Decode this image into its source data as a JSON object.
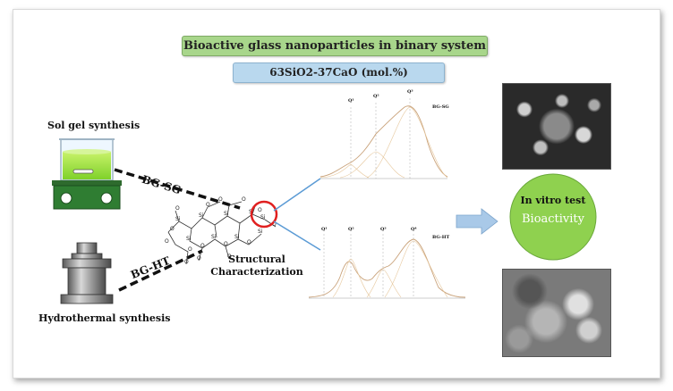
{
  "title": "Bioactive glass nanoparticles in binary system",
  "composition": "63SiO2-37CaO (mol.%)",
  "sol_gel_label": "Sol gel synthesis",
  "hydrothermal_label": "Hydrothermal synthesis",
  "route_sg": "BG-SG",
  "route_ht": "BG-HT",
  "structural_line1": "Structural",
  "structural_line2": "Characterization",
  "in_vitro": "In vitro  test",
  "bioactivity": "Bioactivity",
  "spectrum_top": {
    "name": "BG-SG",
    "peaks": [
      "Q¹",
      "Q²",
      "Q³"
    ]
  },
  "spectrum_bottom": {
    "name": "BG-HT",
    "peaks": [
      "Q¹",
      "Q²",
      "Q³",
      "Q⁴"
    ]
  },
  "colors": {
    "title_fill": "#a8d68b",
    "composition_fill": "#b9d8ee",
    "bioactivity_fill": "#8fd14f",
    "arrow_fill": "#a9c9e8",
    "highlight_ring": "#e02020",
    "connector": "#5b9bd5"
  }
}
